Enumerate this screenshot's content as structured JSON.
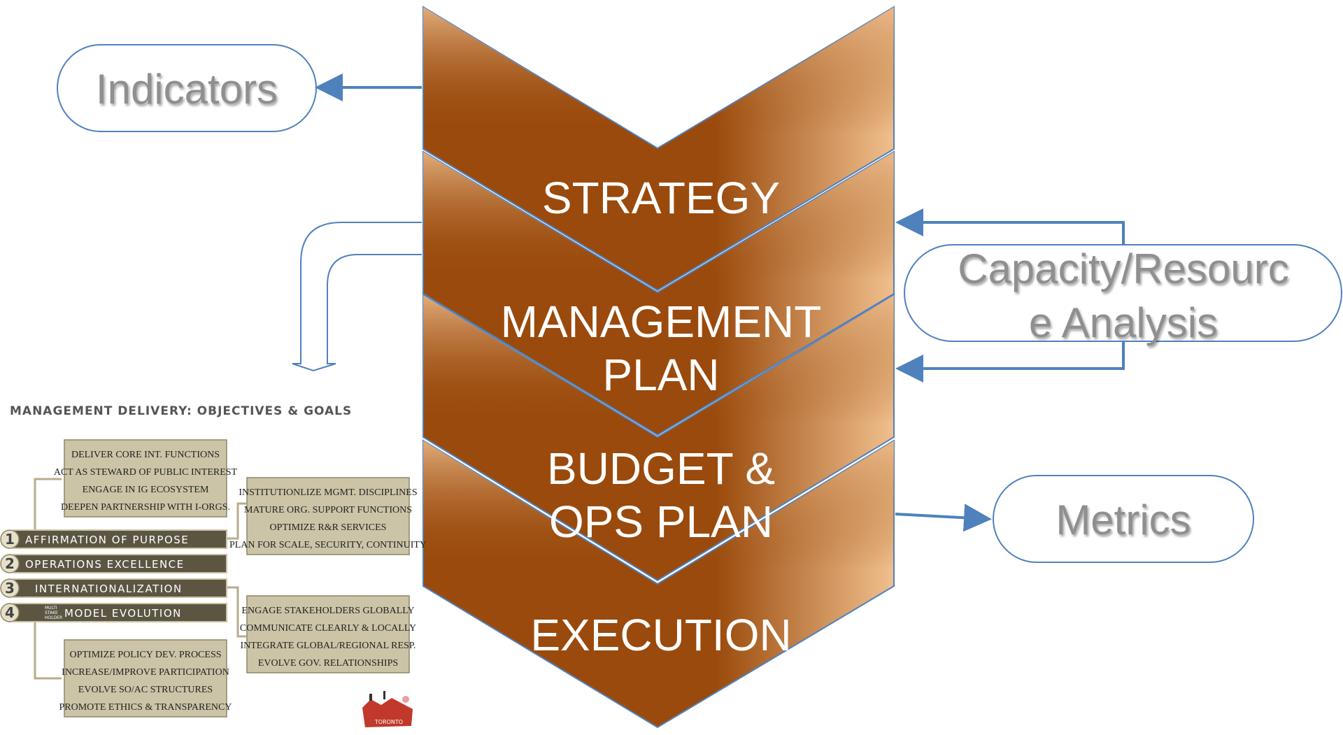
{
  "stages": [
    {
      "lines": [
        "STRATEGY"
      ]
    },
    {
      "lines": [
        "MANAGEMENT",
        "PLAN"
      ]
    },
    {
      "lines": [
        "BUDGET &",
        "OPS PLAN"
      ]
    },
    {
      "lines": [
        "EXECUTION"
      ]
    }
  ],
  "side_labels": {
    "indicators": "Indicators",
    "capacity_line1": "Capacity/Resourc",
    "capacity_line2": "e Analysis",
    "metrics": "Metrics"
  },
  "goals_panel": {
    "title": "MANAGEMENT DELIVERY:  OBJECTIVES & GOALS",
    "objectives": [
      {
        "number": "1",
        "label": "AFFIRMATION OF PURPOSE"
      },
      {
        "number": "2",
        "label": "OPERATIONS EXCELLENCE"
      },
      {
        "number": "3",
        "label": "INTERNATIONALIZATION"
      },
      {
        "number": "4",
        "prefix": [
          "MULTI",
          "STAKE",
          "HOLDER"
        ],
        "label": "MODEL EVOLUTION"
      }
    ],
    "boxes": [
      [
        "DELIVER CORE INT. FUNCTIONS",
        "ACT AS STEWARD OF PUBLIC INTEREST",
        "ENGAGE IN IG ECOSYSTEM",
        "DEEPEN PARTNERSHIP WITH I-ORGS."
      ],
      [
        "INSTITUTIONLIZE  MGMT. DISCIPLINES",
        "MATURE ORG. SUPPORT FUNCTIONS",
        "OPTIMIZE R&R SERVICES",
        "PLAN FOR SCALE, SECURITY, CONTINUITY"
      ],
      [
        "ENGAGE STAKEHOLDERS GLOBALLY",
        "COMMUNICATE CLEARLY & LOCALLY",
        "INTEGRATE GLOBAL/REGIONAL RESP.",
        "EVOLVE GOV. RELATIONSHIPS"
      ],
      [
        "OPTIMIZE POLICY DEV. PROCESS",
        "INCREASE/IMPROVE PARTICIPATION",
        "EVOLVE SO/AC  STRUCTURES",
        "PROMOTE ETHICS & TRANSPARENCY"
      ]
    ],
    "logo_text": "TORONTO"
  },
  "colors": {
    "chevron_dark": "#9a4a0c",
    "chevron_light": "#f0c08e",
    "outline_blue": "#4f81bd",
    "box_fill": "#cbc4a6",
    "bar_fill": "#5b5542"
  }
}
